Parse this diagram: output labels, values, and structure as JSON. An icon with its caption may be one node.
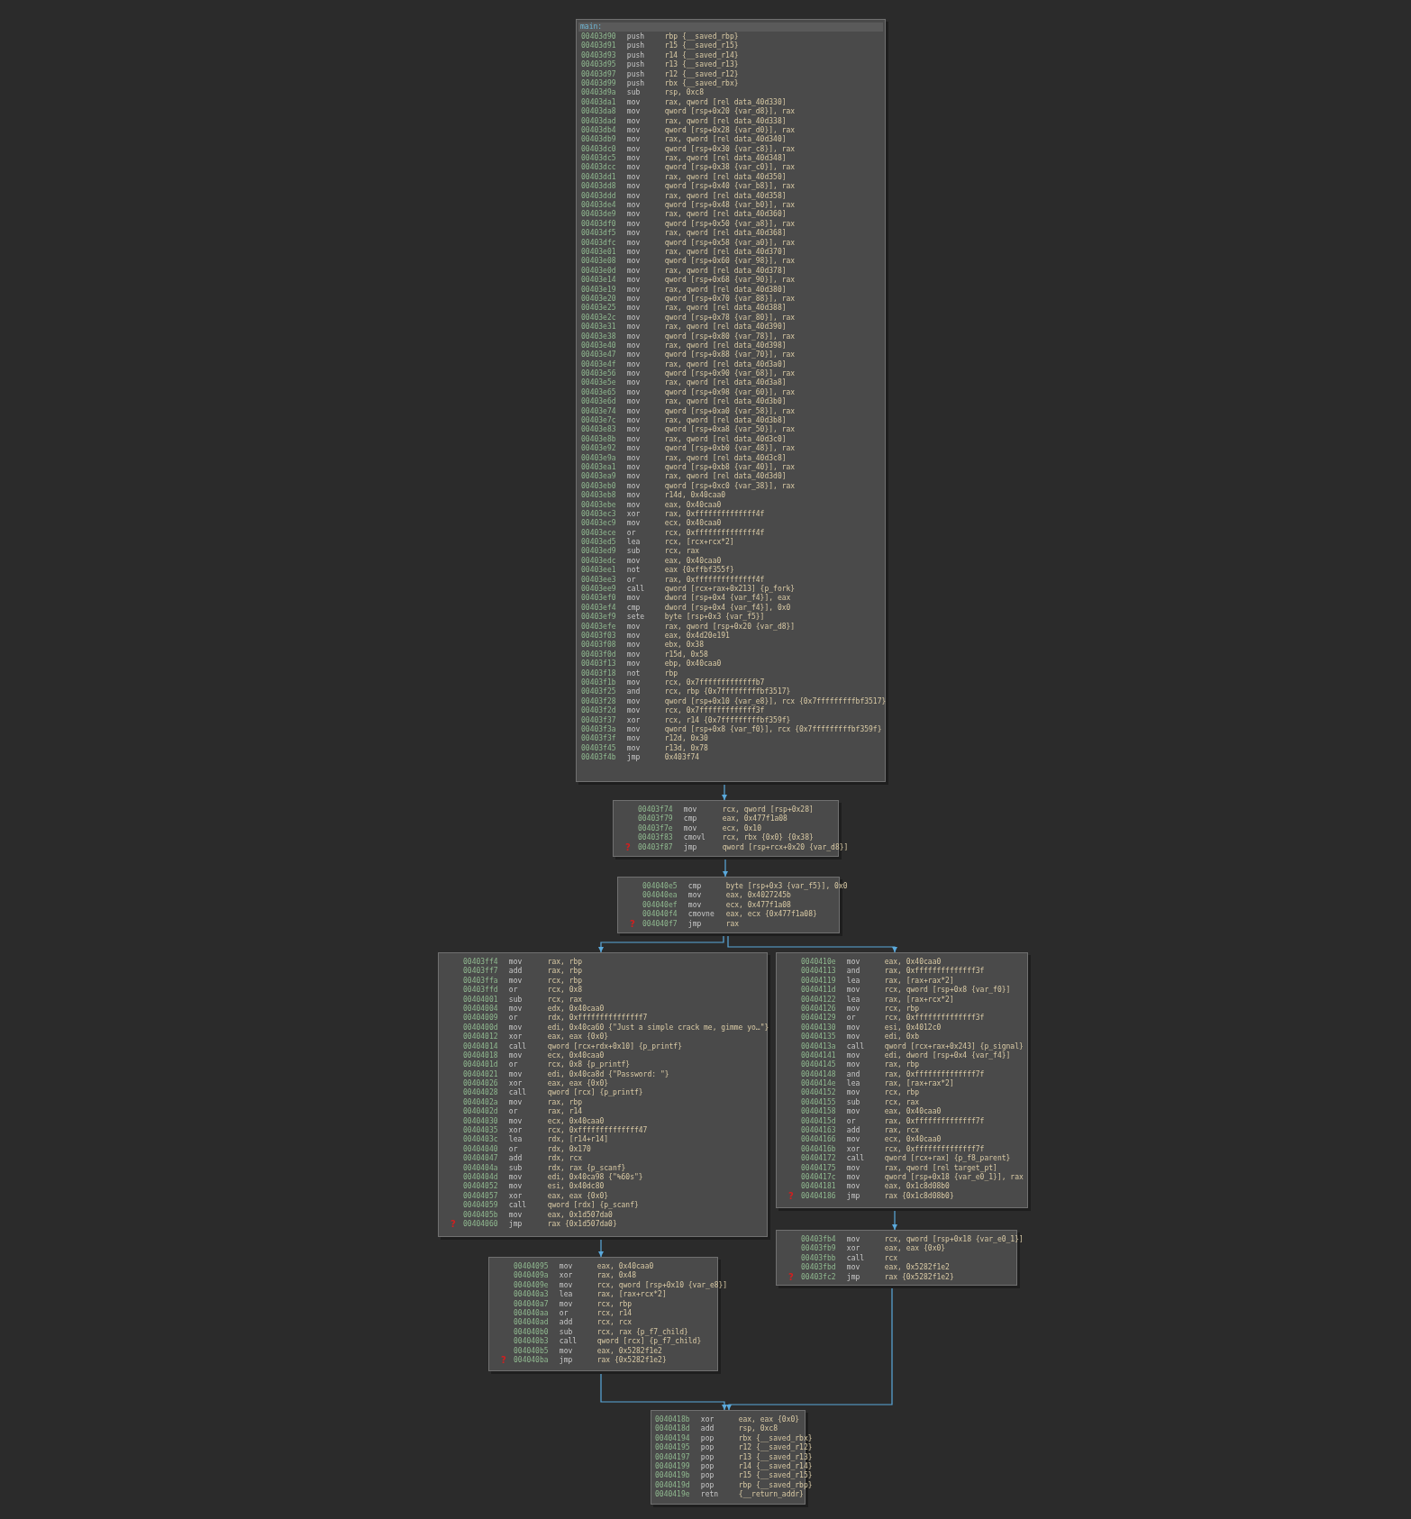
{
  "diagram": {
    "nodes": [
      {
        "text": [
          "main:",
          "00403d90 push rbp {__saved_rbp}",
          "00403d91 push r15 {__saved_r15}",
          "00403d93 push r14 {__saved_r14}",
          "00403d95 push r13 {__saved_r13}",
          "00403d97 push r12 {__saved_r12}",
          "00403d99 push rbx {__saved_rbx}",
          "00403d9a sub rsp, 0xc8",
          "00403da1 mov rax, qword [rel data_40d330]",
          "00403da8 mov qword [rsp+0x20 {var_d8}], rax",
          "00403dad mov rax, qword [rel data_40d338]",
          "00403db4 mov qword [rsp+0x28 {var_d0}], rax",
          "00403db9 mov rax, qword [rel data_40d340]",
          "00403dc0 mov qword [rsp+0x30 {var_c8}], rax",
          "00403dc5 mov rax, qword [rel data_40d348]",
          "00403dcc mov qword [rsp+0x38 {var_c0}], rax",
          "00403dd1 mov rax, qword [rel data_40d350]",
          "00403dd8 mov qword [rsp+0x40 {var_b8}], rax",
          "00403ddd mov rax, qword [rel data_40d358]",
          "00403de4 mov qword [rsp+0x48 {var_b0}], rax",
          "00403de9 mov rax, qword [rel data_40d360]",
          "00403df0 mov qword [rsp+0x50 {var_a8}], rax",
          "00403df5 mov rax, qword [rel data_40d368]",
          "00403dfc mov qword [rsp+0x58 {var_a0}], rax",
          "00403e01 mov rax, qword [rel data_40d370]",
          "00403e08 mov qword [rsp+0x60 {var_98}], rax",
          "00403e0d mov rax, qword [rel data_40d378]",
          "00403e14 mov qword [rsp+0x68 {var_90}], rax",
          "00403e19 mov rax, qword [rel data_40d380]",
          "00403e20 mov qword [rsp+0x70 {var_88}], rax",
          "00403e25 mov rax, qword [rel data_40d388]",
          "00403e2c mov qword [rsp+0x78 {var_80}], rax",
          "00403e31 mov rax, qword [rel data_40d390]",
          "00403e38 mov qword [rsp+0x80 {var_78}], rax",
          "00403e40 mov rax, qword [rel data_40d398]",
          "00403e47 mov qword [rsp+0x88 {var_70}], rax",
          "00403e4f mov rax, qword [rel data_40d3a0]",
          "00403e56 mov qword [rsp+0x90 {var_68}], rax",
          "00403e5e mov rax, qword [rel data_40d3a8]",
          "00403e65 mov qword [rsp+0x98 {var_60}], rax",
          "00403e6d mov rax, qword [rel data_40d3b0]",
          "00403e74 mov qword [rsp+0xa0 {var_58}], rax",
          "00403e7c mov rax, qword [rel data_40d3b8]",
          "00403e83 mov qword [rsp+0xa8 {var_50}], rax",
          "00403e8b mov rax, qword [rel data_40d3c0]",
          "00403e92 mov qword [rsp+0xb0 {var_48}], rax",
          "00403e9a mov rax, qword [rel data_40d3c8]",
          "00403ea1 mov qword [rsp+0xb8 {var_40}], rax",
          "00403ea9 mov rax, qword [rel data_40d3d0]",
          "00403eb0 mov qword [rsp+0xc0 {var_38}], rax",
          "00403eb8 mov r14d, 0x40caa0",
          "00403ebe mov eax, 0x40caa0",
          "00403ec3 xor rax, 0xffffffffffffff4f",
          "00403ec9 mov ecx, 0x40caa0",
          "00403ece or rcx, 0xffffffffffffff4f",
          "00403ed5 lea rcx, [rcx+rcx*2]",
          "00403ed9 sub rcx, rax",
          "00403edc mov eax, 0x40caa0",
          "00403ee1 not eax {0xffbf355f}",
          "00403ee3 or rax, 0xffffffffffffff4f",
          "00403ee9 call qword [rcx+rax+0x213] {p_fork}",
          "00403ef0 mov dword [rsp+0x4 {var_f4}], eax",
          "00403ef4 cmp dword [rsp+0x4 {var_f4}], 0x0",
          "00403ef9 sete byte [rsp+0x3 {var_f5}]",
          "00403efe mov rax, qword [rsp+0x20 {var_d8}]",
          "00403f03 mov eax, 0x4d20e191",
          "00403f08 mov ebx, 0x38",
          "00403f0d mov r15d, 0x58",
          "00403f13 mov ebp, 0x40caa0",
          "00403f18 not rbp",
          "00403f1b mov rcx, 0x7fffffffffffffb7",
          "00403f25 and rcx, rbp {0x7fffffffffbf3517}",
          "00403f28 mov qword [rsp+0x10 {var_e8}], rcx {0x7fffffffffbf3517}",
          "00403f2d mov rcx, 0x7fffffffffffff3f",
          "00403f37 xor rcx, r14 {0x7fffffffffbf359f}",
          "00403f3a mov qword [rsp+0x8 {var_f0}], rcx {0x7fffffffffbf359f}",
          "00403f3f mov r12d, 0x30",
          "00403f45 mov r13d, 0x78",
          "00403f4b jmp 0x403f74"
        ]
      },
      {
        "text": [
          "00403f74 mov rcx, qword [rsp+0x28]",
          "00403f79 cmp eax, 0x477f1a08",
          "00403f7e mov ecx, 0x10",
          "00403f83 cmovl rcx, rbx {0x0} {0x38}",
          "?",
          "00403f87 jmp qword [rsp+rcx+0x20 {var_d8}]"
        ]
      },
      {
        "text": [
          "004040e5 cmp byte [rsp+0x3 {var_f5}], 0x0",
          "004040ea mov eax, 0x4027245b",
          "004040ef mov ecx, 0x477f1a08",
          "004040f4 cmovne eax, ecx {0x477f1a08}",
          "?",
          "004040f7 jmp rax"
        ]
      },
      {
        "text": [
          "00403ff4 mov rax, rbp",
          "00403ff7 add rax, rbp",
          "00403ffa mov rcx, rbp",
          "00403ffd or rcx, 0x8",
          "00404001 sub rcx, rax",
          "00404004 mov edx, 0x40caa0",
          "00404009 or rdx, 0xfffffffffffffff7",
          "0040400d mov edi, 0x40ca60 {\"Just a simple crack me, gimme yo…\"}",
          "00404012 xor eax, eax {0x0}",
          "00404014 call qword [rcx+rdx+0x10] {p_printf}",
          "00404018 mov ecx, 0x40caa0",
          "0040401d or rcx, 0x8 {p_printf}",
          "00404021 mov edi, 0x40ca8d {\"Password: \"}",
          "00404026 xor eax, eax {0x0}",
          "00404028 call qword [rcx] {p_printf}",
          "0040402a mov rax, rbp",
          "0040402d or rax, r14",
          "00404030 mov ecx, 0x40caa0",
          "00404035 xor rcx, 0xffffffffffffff47",
          "0040403c lea rdx, [r14+r14]",
          "00404040 or rdx, 0x170",
          "00404047 add rdx, rcx",
          "0040404a sub rdx, rax {p_scanf}",
          "0040404d mov edi, 0x40ca98 {\"%60s\"}",
          "00404052 mov esi, 0x40dc80",
          "00404057 xor eax, eax {0x0}",
          "00404059 call qword [rdx] {p_scanf}",
          "0040405b mov eax, 0x1d507da0",
          "?",
          "00404060 jmp rax {0x1d507da0}"
        ]
      },
      {
        "text": [
          "0040410e mov eax, 0x40caa0",
          "00404113 and rax, 0xffffffffffffff3f",
          "00404119 lea rax, [rax+rax*2]",
          "0040411d mov rcx, qword [rsp+0x8 {var_f0}]",
          "00404122 lea rax, [rax+rcx*2]",
          "00404126 mov rcx, rbp",
          "00404129 or rcx, 0xffffffffffffff3f",
          "00404130 mov esi, 0x4012c0",
          "00404135 mov edi, 0xb",
          "0040413a call qword [rcx+rax+0x243] {p_signal}",
          "00404141 mov edi, dword [rsp+0x4 {var_f4}]",
          "00404145 mov rax, rbp",
          "00404148 and rax, 0xffffffffffffff7f",
          "0040414e lea rax, [rax+rax*2]",
          "00404152 mov rcx, rbp",
          "00404155 sub rcx, rax",
          "00404158 mov eax, 0x40caa0",
          "0040415d or rax, 0xffffffffffffff7f",
          "00404163 add rax, rcx",
          "00404166 mov ecx, 0x40caa0",
          "0040416b xor rcx, 0xffffffffffffff7f",
          "00404172 call qword [rcx+rax] {p_f8_parent}",
          "00404175 mov rax, qword [rel target_pt]",
          "0040417c mov qword [rsp+0x18 {var_e0_1}], rax",
          "00404181 mov eax, 0x1c8d08b0",
          "?",
          "00404186 jmp rax {0x1c8d08b0}"
        ]
      },
      {
        "text": [
          "00404095 mov eax, 0x40caa0",
          "0040409a xor rax, 0x48",
          "0040409e mov rcx, qword [rsp+0x10 {var_e8}]",
          "004040a3 lea rax, [rax+rcx*2]",
          "004040a7 mov rcx, rbp",
          "004040aa or rcx, r14",
          "004040ad add rcx, rcx",
          "004040b0 sub rcx, rax {p_f7_child}",
          "004040b3 call qword [rcx] {p_f7_child}",
          "004040b5 mov eax, 0x5282f1e2",
          "?",
          "004040ba jmp rax {0x5282f1e2}"
        ]
      },
      {
        "text": [
          "00403fb4 mov rcx, qword [rsp+0x18 {var_e0_1}]",
          "00403fb9 xor eax, eax {0x0}",
          "00403fbb call rcx",
          "00403fbd mov eax, 0x5282f1e2",
          "?",
          "00403fc2 jmp rax {0x5282f1e2}"
        ]
      },
      {
        "text": [
          "0040418b xor eax, eax {0x0}",
          "0040418d add rsp, 0xc8",
          "00404194 pop rbx {__saved_rbx}",
          "00404195 pop r12 {__saved_r12}",
          "00404197 pop r13 {__saved_r13}",
          "00404199 pop r14 {__saved_r14}",
          "0040419b pop r15 {__saved_r15}",
          "0040419d pop rbp {__saved_rbp}",
          "0040419e retn {__return_addr}"
        ]
      }
    ],
    "edges": [
      {
        "from": 0,
        "to": 1,
        "arrow": "to"
      },
      {
        "from": 1,
        "to": 2,
        "arrow": "to"
      },
      {
        "from": 2,
        "to": 3,
        "arrow": "to"
      },
      {
        "from": 2,
        "to": 4,
        "arrow": "to"
      },
      {
        "from": 3,
        "to": 5,
        "arrow": "to"
      },
      {
        "from": 4,
        "to": 6,
        "arrow": "to"
      },
      {
        "from": 5,
        "to": 7,
        "arrow": "to"
      },
      {
        "from": 6,
        "to": 7,
        "arrow": "to"
      }
    ]
  }
}
